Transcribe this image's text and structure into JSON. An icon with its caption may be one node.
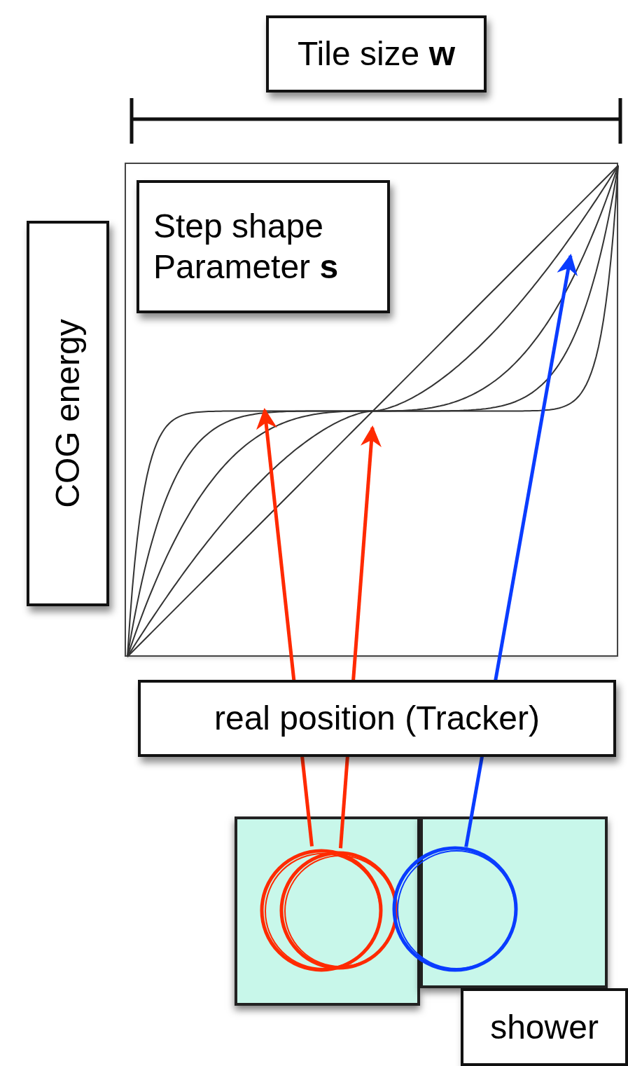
{
  "diagram": {
    "nodes": [
      {
        "text": [
          "Tile size **w**"
        ]
      },
      {
        "text": [
          "COG energy"
        ]
      },
      {
        "text": [],
        "shape": "box"
      },
      {
        "text": [
          "Step shape Parameter **s**"
        ],
        "in": 2
      },
      {
        "text": [
          "real position (Tracker)"
        ]
      },
      {
        "text": [],
        "shape": "box"
      },
      {
        "text": [],
        "shape": "box"
      },
      {
        "text": [
          "shower"
        ]
      },
      {
        "text": [],
        "shape": "circle",
        "in": 5
      },
      {
        "text": [],
        "shape": "circle",
        "in": 5
      },
      {
        "text": [],
        "shape": "circle"
      }
    ],
    "edges": [
      {
        "from": 8,
        "to": null,
        "arrow": "to",
        "color": "#ff2a00"
      },
      {
        "from": 9,
        "to": null,
        "arrow": "to",
        "color": "#ff2a00"
      },
      {
        "from": 10,
        "to": null,
        "arrow": "to",
        "color": "#0a3cff"
      }
    ]
  }
}
